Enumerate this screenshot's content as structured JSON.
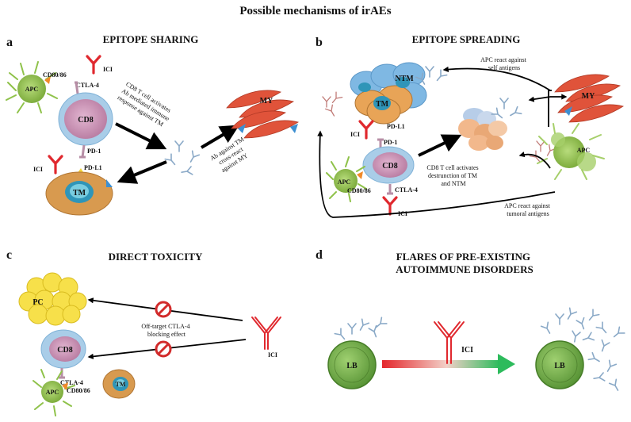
{
  "title": "Possible mechanisms of irAEs",
  "panels": {
    "a": {
      "letter": "a",
      "title": "EPITOPE SHARING",
      "apc": "APC",
      "cd80": "CD80/86",
      "ctla4": "CTLA-4",
      "ici_top": "ICI",
      "cd8": "CD8",
      "pd1": "PD-1",
      "pdl1": "PD-L1",
      "ici_bottom": "ICI",
      "tm": "TM",
      "my": "MY",
      "note1": [
        "CD8 T cell activates",
        "Ab mediated immune",
        "response against TM"
      ],
      "note2": [
        "Ab against TM",
        "cross-react",
        "against MY"
      ]
    },
    "b": {
      "letter": "b",
      "title": "EPITOPE SPREADING",
      "ntm": "NTM",
      "tm": "TM",
      "pdl1": "PD-L1",
      "ici_top": "ICI",
      "pd1": "PD-1",
      "cd8": "CD8",
      "apc_left": "APC",
      "cd80": "CD80/86",
      "ctla4": "CTLA-4",
      "ici_bottom": "ICI",
      "my": "MY",
      "apc_right": "APC",
      "note_self": [
        "APC react against",
        "self antigens"
      ],
      "note_destr": [
        "CD8 T cell activates",
        "destrunction of  TM",
        "and NTM"
      ],
      "note_tumoral": [
        "APC react against",
        "tumoral antigens"
      ]
    },
    "c": {
      "letter": "c",
      "title": "DIRECT TOXICITY",
      "pc": "PC",
      "cd8": "CD8",
      "ctla4": "CTLA-4",
      "apc": "APC",
      "cd80": "CD80/86",
      "tm": "TM",
      "ici": "ICI",
      "note": [
        "Off-target CTLA-4",
        "blocking effect"
      ]
    },
    "d": {
      "letter": "d",
      "title": [
        "FLARES OF PRE-EXISTING",
        "AUTOIMMUNE DISORDERS"
      ],
      "lb_left": "LB",
      "ici": "ICI",
      "lb_right": "LB"
    }
  },
  "colors": {
    "cd8_outer": "#a9cde8",
    "cd8_inner": "#c98bb2",
    "apc": "#8fc24a",
    "tumor_outer": "#d89a4f",
    "tumor_inner": "#2f95b8",
    "ici": "#e0282e",
    "muscle": "#e0533a",
    "pc": "#f7e04a",
    "lb": "#6fae45",
    "block": "#d22b2b",
    "ab": "#8aa9c7",
    "arrow_start": "#e4262b",
    "arrow_end": "#2dbb5c"
  }
}
